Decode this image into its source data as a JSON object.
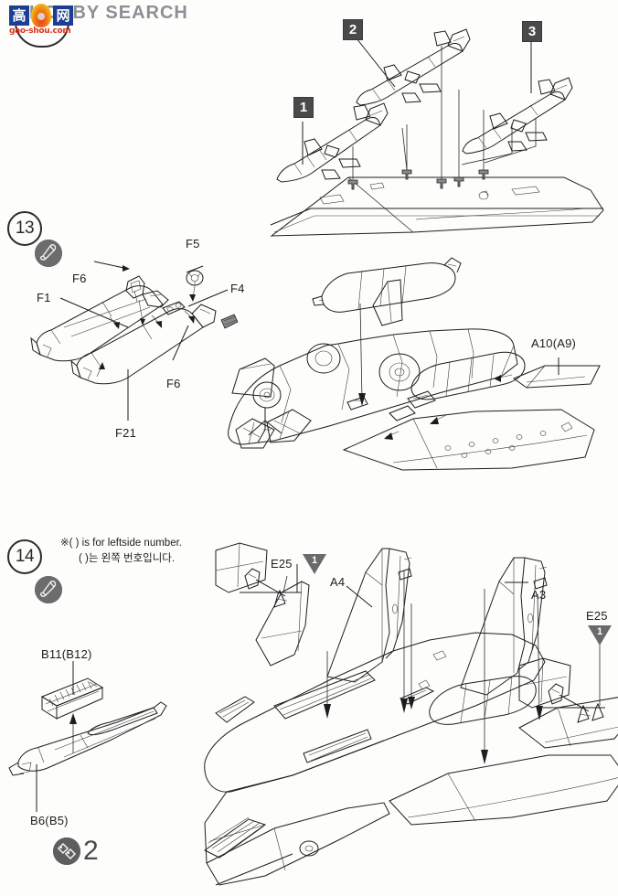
{
  "page": {
    "number": "2",
    "footer_icon": "two-diamonds-icon",
    "background_color": "#fdfdfc",
    "ink_color": "#1d1d1d"
  },
  "watermark": {
    "text": "HOBBY SEARCH",
    "logo_char_left": "高",
    "logo_char_right": "网",
    "logo_url": "gao-shou.com",
    "text_color": "#8d8f94",
    "logo_blue": "#1c3f94",
    "logo_red": "#d8341a"
  },
  "steps": [
    {
      "id": "step-missiles",
      "number": "",
      "has_glue_icon": false,
      "markers": [
        {
          "name": "marker-1",
          "label": "1"
        },
        {
          "name": "marker-2",
          "label": "2"
        },
        {
          "name": "marker-3",
          "label": "3"
        }
      ],
      "part_labels": []
    },
    {
      "id": "step-13",
      "number": "13",
      "has_glue_icon": true,
      "glue_icon": "cement-tube-icon",
      "part_labels": [
        {
          "name": "part-label-f5",
          "text": "F5"
        },
        {
          "name": "part-label-f6-top",
          "text": "F6"
        },
        {
          "name": "part-label-f4",
          "text": "F4"
        },
        {
          "name": "part-label-f1",
          "text": "F1"
        },
        {
          "name": "part-label-f6-bottom",
          "text": "F6"
        },
        {
          "name": "part-label-f21",
          "text": "F21"
        },
        {
          "name": "part-label-a10a9",
          "text": "A10(A9)"
        }
      ]
    },
    {
      "id": "step-14",
      "number": "14",
      "has_glue_icon": true,
      "glue_icon": "cement-tube-icon",
      "note_line1": "※( ) is for leftside number.",
      "note_line2": "( )는 왼쪽 번호입니다.",
      "part_labels": [
        {
          "name": "part-label-e25-left",
          "text": "E25"
        },
        {
          "name": "part-label-a4",
          "text": "A4"
        },
        {
          "name": "part-label-a3",
          "text": "A3"
        },
        {
          "name": "part-label-e25-right",
          "text": "E25"
        },
        {
          "name": "part-label-b11b12",
          "text": "B11(B12)"
        },
        {
          "name": "part-label-b6b5",
          "text": "B6(B5)"
        }
      ],
      "triangle_callouts": [
        {
          "name": "triangle-callout-left",
          "label": "1"
        },
        {
          "name": "triangle-callout-right",
          "label": "1"
        }
      ]
    }
  ]
}
